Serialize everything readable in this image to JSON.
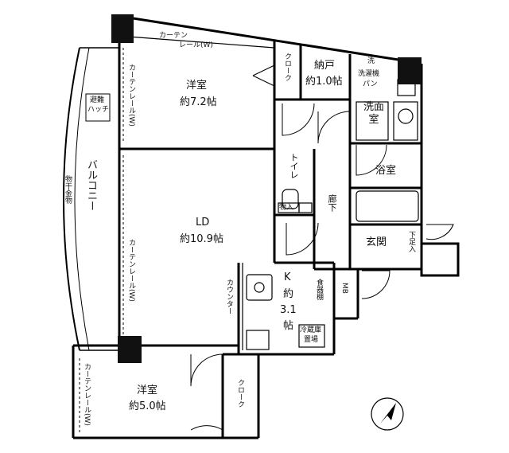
{
  "rooms": {
    "western_room_1": {
      "name": "洋室",
      "size": "約7.2帖"
    },
    "western_room_2": {
      "name": "洋室",
      "size": "約5.0帖"
    },
    "ld": {
      "name": "LD",
      "size": "約10.9帖"
    },
    "kitchen": {
      "name": "K",
      "size_a": "約",
      "size_b": "3.1",
      "size_c": "帖"
    },
    "storage": {
      "name": "納戸",
      "size": "約1.0帖"
    },
    "closet_1": "クローク",
    "closet_2": "クローク",
    "washroom": "洗面室",
    "bathroom": "浴室",
    "toilet": "トイレ",
    "entrance": "玄関",
    "hallway": "廊下",
    "balcony": "バルコニー"
  },
  "fixtures": {
    "laundry_pan_a": "洗濯機",
    "laundry_pan_b": "パン",
    "laundry_mark": "洗",
    "escape_hatch_a": "避難",
    "escape_hatch_b": "ハッチ",
    "curtain_rail_top_a": "カーテン",
    "curtain_rail_top_b": "レール(W)",
    "curtain_rail_1": "カーテンレール(W)",
    "curtain_rail_2": "カーテンレール(W)",
    "curtain_rail_3": "カーテンレール(W)",
    "counter": "カウンター",
    "food_storage": "食器棚",
    "fridge_a": "冷蔵庫",
    "fridge_b": "置場",
    "mb": "MB",
    "shoe_box": "下足入",
    "storage_in": "物入",
    "drying_rack": "物干金物"
  }
}
